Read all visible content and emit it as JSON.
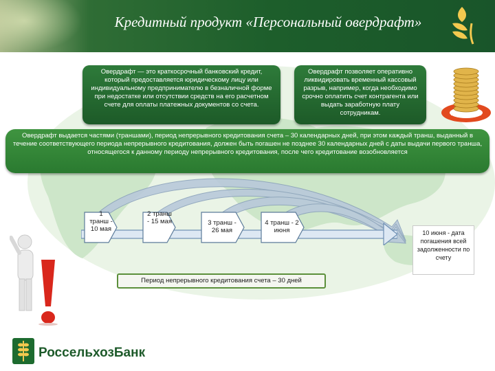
{
  "header": {
    "title": "Кредитный продукт «Персональный овердрафт»",
    "brand_color": "#1d5e2b",
    "logo_icon": "bank-logo-icon"
  },
  "definition": {
    "text": "Овердрафт — это краткосрочный банковский кредит, который предоставляется юридическому лицу или индивидуальному предпринимателю в безналичной форме при недостатке или отсутствии средств на его расчетном счете для оплаты платежных документов со счета."
  },
  "benefit": {
    "text": "Овердрафт позволяет оперативно ликвидировать временный кассовый разрыв, например, когда необходимо срочно оплатить счет контрагента или выдать заработную плату сотрудникам."
  },
  "tranche_info": {
    "text": "Овердрафт выдается частями (траншами), период непрерывного кредитования счета – 30 календарных дней, при этом каждый транш, выданный в течение соответствующего периода непрерывного кредитования, должен быть погашен не позднее 30 календарных дней с даты выдачи первого транша, относящегося к данному периоду непрерывного кредитования, после чего кредитование возобновляется"
  },
  "tranches": [
    {
      "label": "1 транш - 10 мая"
    },
    {
      "label": "2 транш - 15 мая"
    },
    {
      "label": "3 транш - 26 мая"
    },
    {
      "label": "4 транш - 2 июня"
    }
  ],
  "deadline": {
    "text": "10 июня - дата погашения всей задолженности по счету"
  },
  "period": {
    "text": "Период непрерывного кредитования счета – 30 дней"
  },
  "footer": {
    "bank_name": "РоссельхозБанк",
    "logo_icon": "wheat-logo-icon"
  },
  "colors": {
    "arrow": "#9bb0c6",
    "box_green": "#2e7b3a",
    "alert_red": "#d9271c"
  }
}
